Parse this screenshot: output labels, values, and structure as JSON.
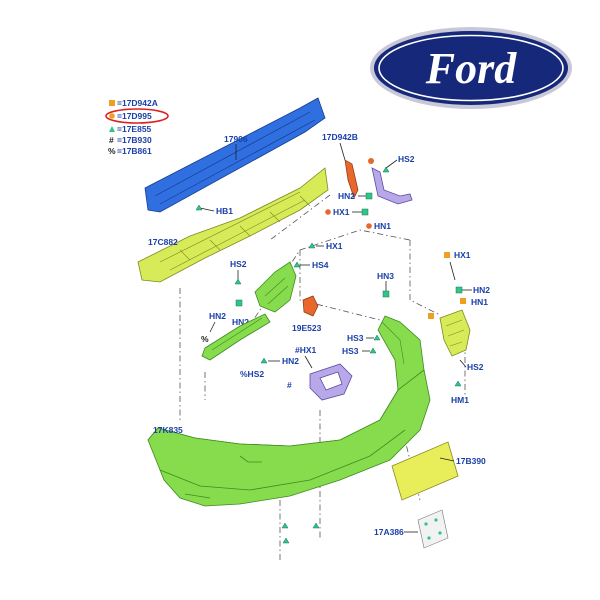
{
  "brand": {
    "name": "Ford",
    "colors": {
      "oval": "#16287a",
      "oval_border": "#c8c8d8",
      "text": "#ffffff"
    }
  },
  "legend": [
    {
      "symbol": "square",
      "color": "#f0a020",
      "text": "=17D942A",
      "circled": false
    },
    {
      "symbol": "circle",
      "color": "#f0a020",
      "text": "=17D995",
      "circled": true
    },
    {
      "symbol": "triangle",
      "color": "#2ec48a",
      "text": "=17E855",
      "circled": false
    },
    {
      "symbol": "#",
      "color": "#222222",
      "text": "=17B930",
      "circled": false
    },
    {
      "symbol": "%",
      "color": "#222222",
      "text": "=17B861",
      "circled": false
    }
  ],
  "labels": {
    "p17906": "17906",
    "p17d942b": "17D942B",
    "hb1": "HB1",
    "hs2_top": "HS2",
    "hn2_top": "HN2",
    "hx1_top": "HX1",
    "hn1_top": "HN1",
    "p17c882": "17C882",
    "hx1_mid": "HX1",
    "hs4": "HS4",
    "hs2_mid": "HS2",
    "p19e523": "19E523",
    "hn3": "HN3",
    "hx1_right": "HX1",
    "hn2_right": "HN2",
    "hn1_right": "HN1",
    "hn2_left1": "HN2",
    "hn2_left2": "HN2",
    "hn2_center": "HN2",
    "hs2_left": "%HS2",
    "hx1_center": "#HX1",
    "hs3_1": "HS3",
    "hs3_2": "HS3",
    "hs2_right": "HS2",
    "hm1": "HM1",
    "p17k835": "17K835",
    "p17b390": "17B390",
    "p17a386": "17A386",
    "hash_center": "#"
  }
}
